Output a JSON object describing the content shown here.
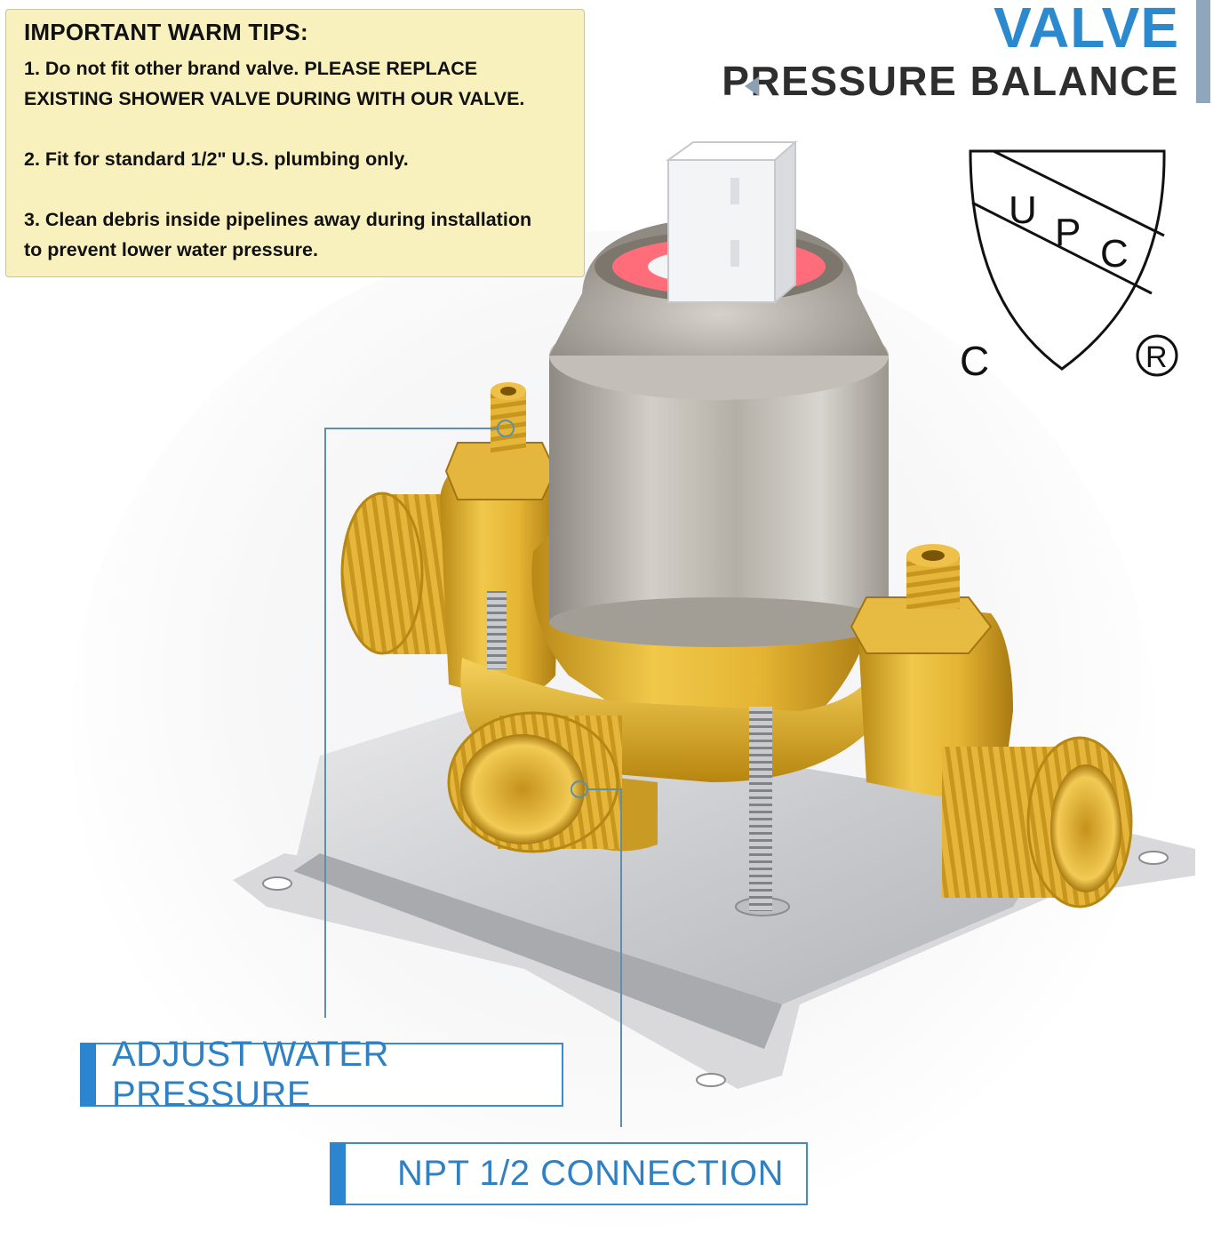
{
  "tips": {
    "title": "IMPORTANT WARM TIPS:",
    "items": [
      "1. Do not fit other brand valve. PLEASE REPLACE\nEXISTING SHOWER VALVE DURING WITH OUR VALVE.",
      "2. Fit for standard 1/2\" U.S. plumbing only.",
      "3. Clean debris inside pipelines away during installation\nto prevent lower water pressure."
    ]
  },
  "header": {
    "title": "VALVE",
    "subtitle": "PRESSURE BALANCE"
  },
  "certification": {
    "letters": [
      "U",
      "P",
      "C"
    ],
    "c_mark": "C",
    "registered_mark": "R"
  },
  "callouts": {
    "adjust": "ADJUST WATER PRESSURE",
    "npt": "NPT 1/2 CONNECTION"
  },
  "colors": {
    "accent_blue": "#2b89cd",
    "tips_background": "#f9f1bd",
    "brass": "#e2b43a",
    "brushed_nickel": "#b9b3a8"
  }
}
